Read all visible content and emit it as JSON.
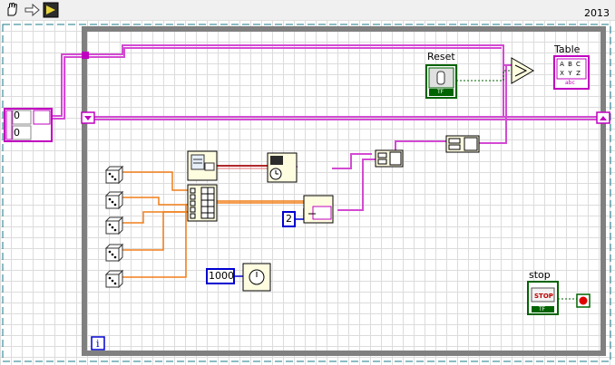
{
  "toolbar": {
    "run_continuously_icon": "hand-icon",
    "step_icon": "arrow-icon",
    "highlight_icon": "run-arrow-icon",
    "version": "2013"
  },
  "controls": {
    "array_index": "0",
    "array_value": "0",
    "reset_label": "Reset",
    "table_label": "Table",
    "stop_label": "stop",
    "stop_button_text": "STOP",
    "tf_text": "TF",
    "table_cells": [
      "A",
      "B",
      "C",
      "X",
      "Y",
      "Z"
    ],
    "table_type_text": "abc"
  },
  "constants": {
    "precision": "2",
    "wait_ms": "1000"
  },
  "loop": {
    "iteration_label": "i"
  },
  "colors": {
    "string_wire": "#d34ad3",
    "double_wire": "#f07f1a",
    "timestamp_wire": "#b0282c",
    "boolean_wire": "#006400",
    "loop_border": "#808080",
    "numeric_const": "#0000d0"
  }
}
